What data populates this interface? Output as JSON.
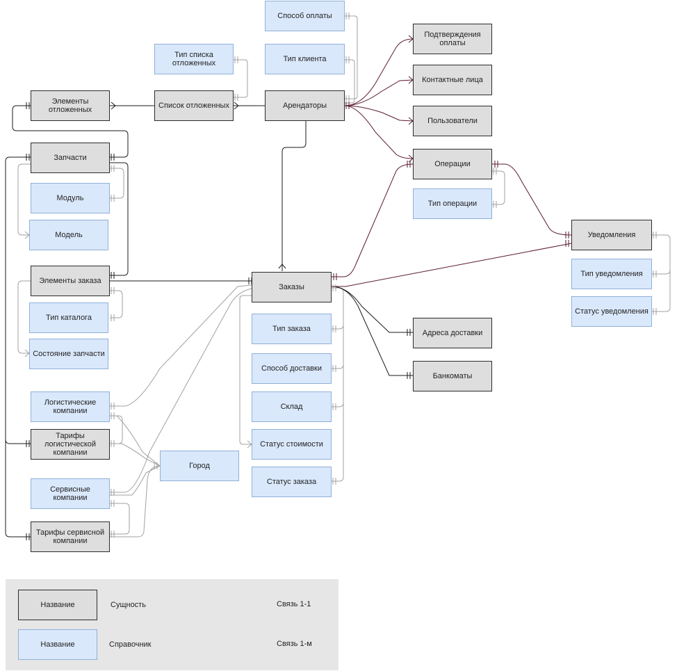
{
  "entities": {
    "e1": "Элементы отложенных",
    "e2": "Список отложенных",
    "e3": "Арендаторы",
    "e4": "Подтверждения оплаты",
    "e5": "Контактные лица",
    "e6": "Пользователи",
    "e7": "Операции",
    "e8": "Уведомления",
    "e9": "Запчасти",
    "e10": "Элементы заказа",
    "e11": "Заказы",
    "e12": "Адреса доставки",
    "e13": "Банкоматы",
    "e14": "Тарифы логистической компании",
    "e15": "Тарифы сервисной компании"
  },
  "references": {
    "r1": "Способ оплаты",
    "r2": "Тип клиента",
    "r3": "Тип  списка отложенных",
    "r4": "Тип операции",
    "r5": "Тип уведомления",
    "r6": "Статус уведомления",
    "r7": "Модуль",
    "r8": "Модель",
    "r9": "Тип каталога",
    "r10": "Состояние запчасти",
    "r11": "Тип заказа",
    "r12": "Способ доставки",
    "r13": "Склад",
    "r14": "Статус стоимости",
    "r15": "Статус заказа",
    "r16": "Логистические компании",
    "r17": "Город",
    "r18": "Сервисные компании"
  },
  "legend": {
    "entity_sample": "Название",
    "entity_label": "Сущность",
    "ref_sample": "Название",
    "ref_label": "Справочник",
    "one_one": "Связь 1-1",
    "one_many": "Связь 1-м"
  },
  "colors": {
    "entity_fill": "#dedede",
    "entity_border": "#2b2b2b",
    "ref_fill": "#dae8fc",
    "ref_border": "#8fb0d6",
    "line_black": "#1a1a1a",
    "line_maroon": "#5a1a2e",
    "line_gray": "#a0a0a0",
    "legend_bg": "#e6e6e6"
  }
}
